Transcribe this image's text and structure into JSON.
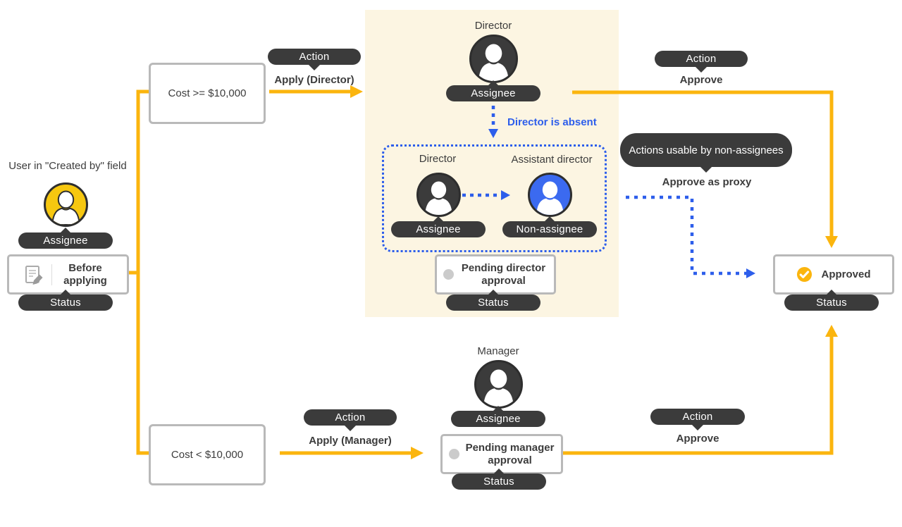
{
  "colors": {
    "accent_yellow": "#FBB50E",
    "accent_blue": "#2D5EEB",
    "dark_label_bg": "#3B3B3B",
    "panel_bg": "#FCF5E2"
  },
  "creator": {
    "title": "User in \"Created by\" field",
    "role_tag": "Assignee",
    "state": "Before applying",
    "status_tag": "Status"
  },
  "conditions": {
    "high_cost": "Cost >= $10,000",
    "low_cost": "Cost < $10,000"
  },
  "director_branch": {
    "action_tag": "Action",
    "apply_action": "Apply (Director)",
    "role": "Director",
    "role_tag": "Assignee",
    "absent_note": "Director is absent",
    "proxy_group": {
      "director_role": "Director",
      "director_tag": "Assignee",
      "assistant_role": "Assistant director",
      "assistant_tag": "Non-assignee"
    },
    "pending_state": "Pending director approval",
    "status_tag": "Status",
    "approve_action_tag": "Action",
    "approve_action": "Approve"
  },
  "proxy_action": {
    "tooltip": "Actions usable by non-assignees",
    "action": "Approve as proxy"
  },
  "manager_branch": {
    "action_tag": "Action",
    "apply_action": "Apply (Manager)",
    "role": "Manager",
    "role_tag": "Assignee",
    "pending_state": "Pending manager approval",
    "status_tag": "Status",
    "approve_action_tag": "Action",
    "approve_action": "Approve"
  },
  "result": {
    "state": "Approved",
    "status_tag": "Status"
  }
}
